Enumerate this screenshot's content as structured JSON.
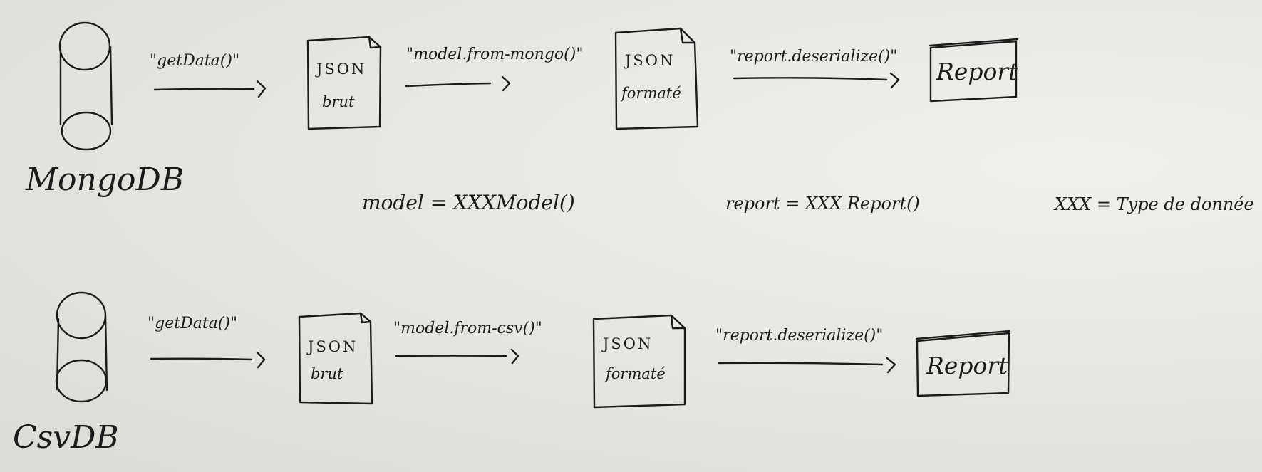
{
  "sources": [
    {
      "name": "MongoDB",
      "get_call": "\"getData()\"",
      "raw_doc": [
        "JSON",
        "brut"
      ],
      "model_call": "\"model.from-mongo()\"",
      "formatted_doc": [
        "JSON",
        "formaté"
      ],
      "report_call": "\"report.deserialize()\"",
      "report": "Report"
    },
    {
      "name": "CsvDB",
      "get_call": "\"getData()\"",
      "raw_doc": [
        "JSON",
        "brut"
      ],
      "model_call": "\"model.from-csv()\"",
      "formatted_doc": [
        "JSON",
        "formaté"
      ],
      "report_call": "\"report.deserialize()\"",
      "report": "Report"
    }
  ],
  "notes": {
    "model": "model = XXXModel()",
    "report": "report = XXX Report()",
    "legend": "XXX = Type de donnée"
  }
}
